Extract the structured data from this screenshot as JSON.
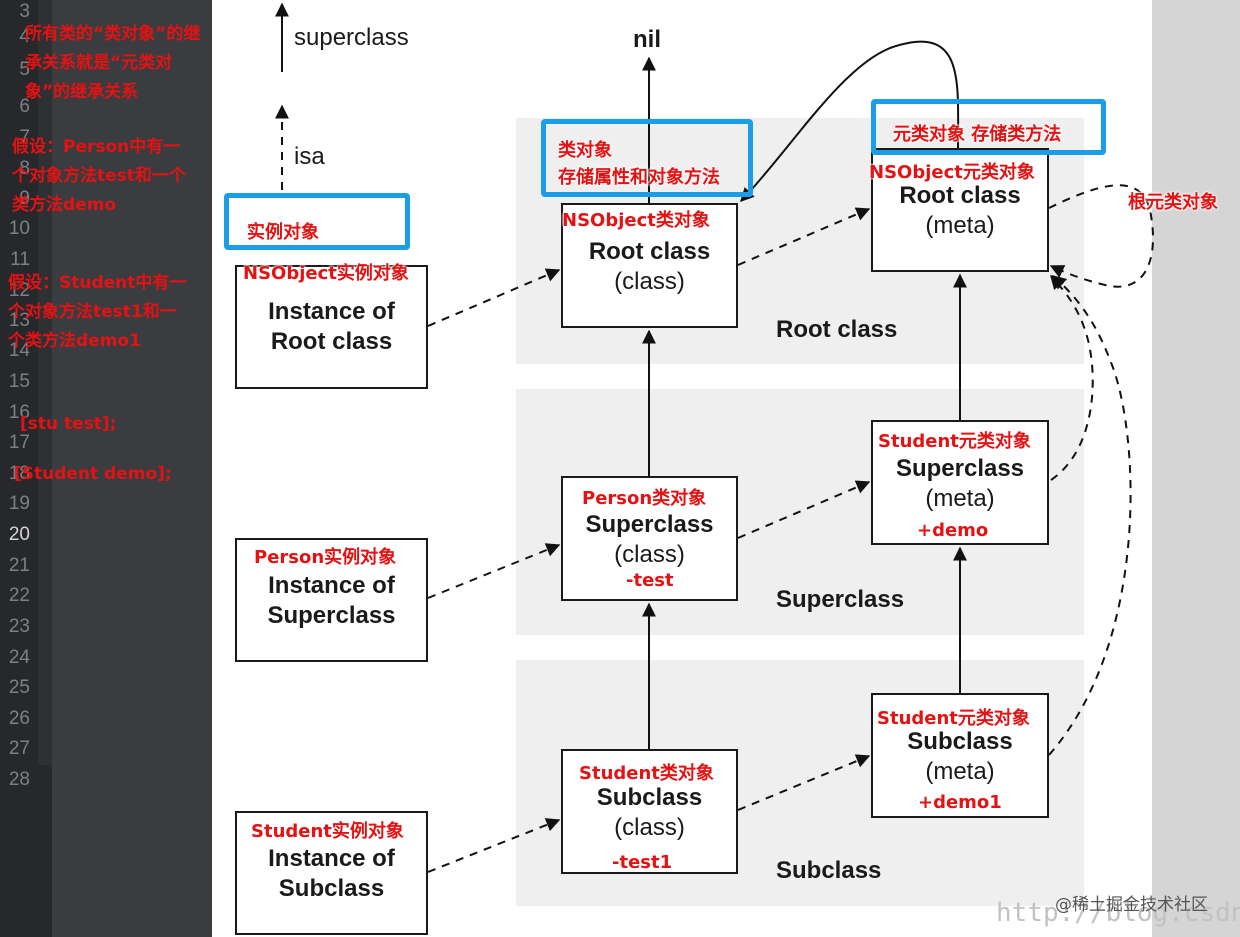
{
  "gutter": {
    "line_numbers": [
      {
        "n": "3",
        "cur": false
      },
      {
        "n": "4",
        "cur": false
      },
      {
        "n": "5",
        "cur": false
      },
      {
        "n": "6",
        "cur": false
      },
      {
        "n": "7",
        "cur": false
      },
      {
        "n": "8",
        "cur": false
      },
      {
        "n": "9",
        "cur": false
      },
      {
        "n": "10",
        "cur": false
      },
      {
        "n": "11",
        "cur": false
      },
      {
        "n": "12",
        "cur": false
      },
      {
        "n": "13",
        "cur": false
      },
      {
        "n": "14",
        "cur": false
      },
      {
        "n": "15",
        "cur": false
      },
      {
        "n": "16",
        "cur": false
      },
      {
        "n": "17",
        "cur": false
      },
      {
        "n": "18",
        "cur": false
      },
      {
        "n": "19",
        "cur": false
      },
      {
        "n": "20",
        "cur": true
      },
      {
        "n": "21",
        "cur": false
      },
      {
        "n": "22",
        "cur": false
      },
      {
        "n": "23",
        "cur": false
      },
      {
        "n": "24",
        "cur": false
      },
      {
        "n": "25",
        "cur": false
      },
      {
        "n": "26",
        "cur": false
      },
      {
        "n": "27",
        "cur": false
      },
      {
        "n": "28",
        "cur": false
      }
    ]
  },
  "notes": {
    "note1": [
      "所有类的“类对象”的继",
      "承关系就是“元类对",
      "象”的继承关系"
    ],
    "note2": [
      "假设：Person中有一",
      "个对象方法test和一个",
      "类方法demo"
    ],
    "note3": [
      "假设：Student中有一",
      "个对象方法test1和一",
      "个类方法demo1"
    ],
    "code1": "[stu test];",
    "code2": "[Student demo];"
  },
  "diagram": {
    "top_superclass_label": "superclass",
    "top_isa_label": "isa",
    "nil_label": "nil",
    "highlights": {
      "instance": "实例对象",
      "class_line1": "类对象",
      "class_line2": "存储属性和对象方法",
      "meta": "元类对象 存储类方法"
    },
    "root_meta_self_label": "根元类对象",
    "bands": {
      "root": "Root class",
      "super": "Superclass",
      "sub": "Subclass"
    },
    "boxes": {
      "inst_root": {
        "tag": "NSObject实例对象",
        "line1": "Instance of",
        "line2": "Root class"
      },
      "inst_super": {
        "tag": "Person实例对象",
        "line1": "Instance of",
        "line2": "Superclass"
      },
      "inst_sub": {
        "tag": "Student实例对象",
        "line1": "Instance of",
        "line2": "Subclass"
      },
      "class_root": {
        "tag": "NSObject类对象",
        "line1": "Root class",
        "line2": "(class)"
      },
      "class_super": {
        "tag": "Person类对象",
        "line1": "Superclass",
        "line2": "(class)",
        "method": "-test"
      },
      "class_sub": {
        "tag": "Student类对象",
        "line1": "Subclass",
        "line2": "(class)",
        "method": "-test1"
      },
      "meta_root": {
        "tag": "NSObject元类对象",
        "line1": "Root class",
        "line2": "(meta)"
      },
      "meta_super": {
        "tag": "Student元类对象",
        "line1": "Superclass",
        "line2": "(meta)",
        "method": "+demo"
      },
      "meta_sub": {
        "tag": "Student元类对象",
        "line1": "Subclass",
        "line2": "(meta)",
        "method": "+demo1"
      }
    }
  },
  "watermark": {
    "site": "@稀土掘金技术社区",
    "url": "http://blog.csdn."
  },
  "colors": {
    "annotation_red": "#e41212",
    "highlight_blue": "#1a9ee8",
    "gutter_bg": "#26282b",
    "band_gray": "#efefef"
  }
}
